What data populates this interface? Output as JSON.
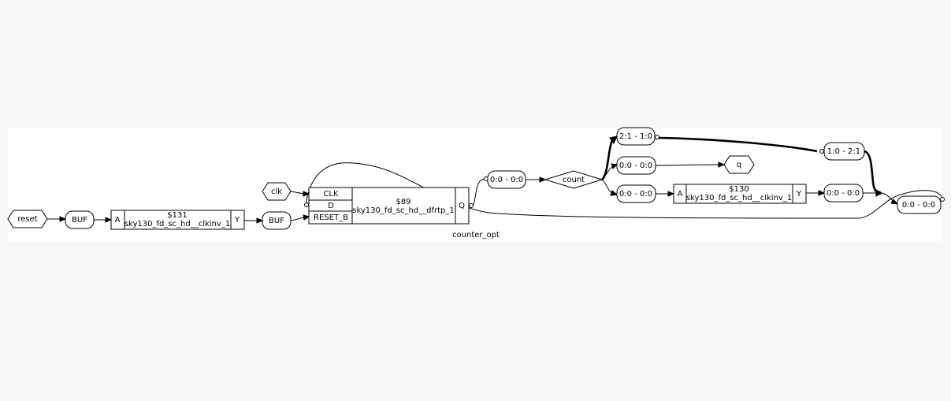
{
  "diagram": {
    "title": "counter_opt",
    "ports": {
      "reset": "reset",
      "clk": "clk",
      "q": "q"
    },
    "buffers": {
      "buf1": "BUF",
      "buf2": "BUF"
    },
    "cells": {
      "inv131": {
        "id": "$131",
        "type": "sky130_fd_sc_hd__clkinv_1",
        "in": "A",
        "out": "Y"
      },
      "dff89": {
        "id": "$89",
        "type": "sky130_fd_sc_hd__dfrtp_1",
        "clk": "CLK",
        "d": "D",
        "reset": "RESET_B",
        "q": "Q"
      },
      "inv130": {
        "id": "$130",
        "type": "sky130_fd_sc_hd__clkinv_1",
        "in": "A",
        "out": "Y"
      }
    },
    "net": "count",
    "slices": {
      "s_q_out": "0:0 - 0:0",
      "s_bus_hi": "2:1 - 1:0",
      "s_bus_mid": "1:0 - 2:1",
      "s_to_q": "0:0 - 0:0",
      "s_to_inv": "0:0 - 0:0",
      "s_inv_out": "0:0 - 0:0",
      "s_feedback": "0:0 - 0:0"
    }
  }
}
